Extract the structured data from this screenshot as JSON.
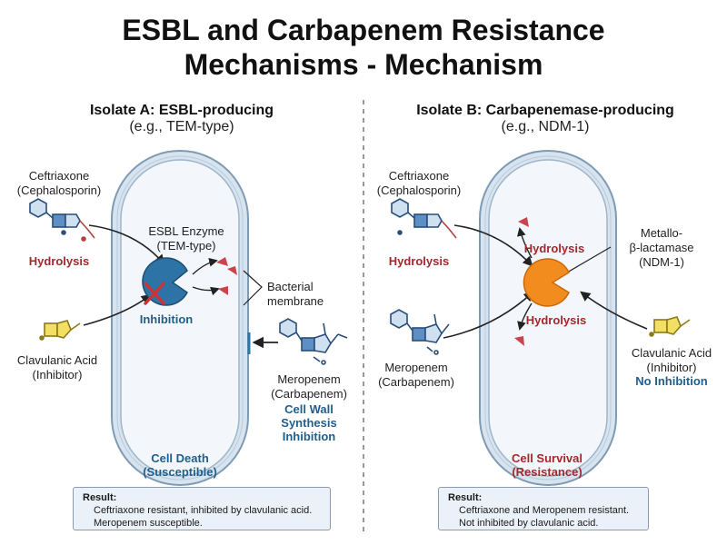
{
  "title_line1": "ESBL and Carbapenem Resistance",
  "title_line2": "Mechanisms - Mechanism",
  "colors": {
    "enzyme_esbl": "#2e73a6",
    "enzyme_ndm": "#f28c1e",
    "fragment": "#c9444c",
    "cell_fill": "#d7e4ef",
    "cell_inner": "#f3f7fb",
    "red_text": "#a3282c",
    "blue_text": "#1f5f8c"
  },
  "left": {
    "heading": "Isolate A: ESBL-producing",
    "subheading": "(e.g., TEM-type)",
    "ceftriaxone_line1": "Ceftriaxone",
    "ceftriaxone_line2": "(Cephalosporin)",
    "hydrolysis": "Hydrolysis",
    "enzyme_line1": "ESBL Enzyme",
    "enzyme_line2": "(TEM-type)",
    "inhibition": "Inhibition",
    "clavulanic_line1": "Clavulanic Acid",
    "clavulanic_line2": "(Inhibitor)",
    "membrane_line1": "Bacterial",
    "membrane_line2": "membrane",
    "meropenem_line1": "Meropenem",
    "meropenem_line2": "(Carbapenem)",
    "cellwall_line1": "Cell Wall",
    "cellwall_line2": "Synthesis",
    "cellwall_line3": "Inhibition",
    "outcome_line1": "Cell Death",
    "outcome_line2": "(Susceptible)",
    "result_heading": "Result:",
    "result_line1": "Ceftriaxone resistant, inhibited by clavulanic acid.",
    "result_line2": "Meropenem susceptible."
  },
  "right": {
    "heading": "Isolate B: Carbapenemase-producing",
    "subheading": "(e.g., NDM-1)",
    "ceftriaxone_line1": "Ceftriaxone",
    "ceftriaxone_line2": "(Cephalosporin)",
    "hydrolysis_left": "Hydrolysis",
    "hydrolysis_top": "Hydrolysis",
    "hydrolysis_bottom": "Hydrolysis",
    "enzyme_line1": "Metallo-",
    "enzyme_line2": "β-lactamase",
    "enzyme_line3": "(NDM-1)",
    "meropenem_line1": "Meropenem",
    "meropenem_line2": "(Carbapenem)",
    "clavulanic_line1": "Clavulanic Acid",
    "clavulanic_line2": "(Inhibitor)",
    "no_inhibition": "No Inhibition",
    "outcome_line1": "Cell Survival",
    "outcome_line2": "(Resistance)",
    "result_heading": "Result:",
    "result_line1": "Ceftriaxone and Meropenem resistant.",
    "result_line2": "Not inhibited by clavulanic acid."
  }
}
